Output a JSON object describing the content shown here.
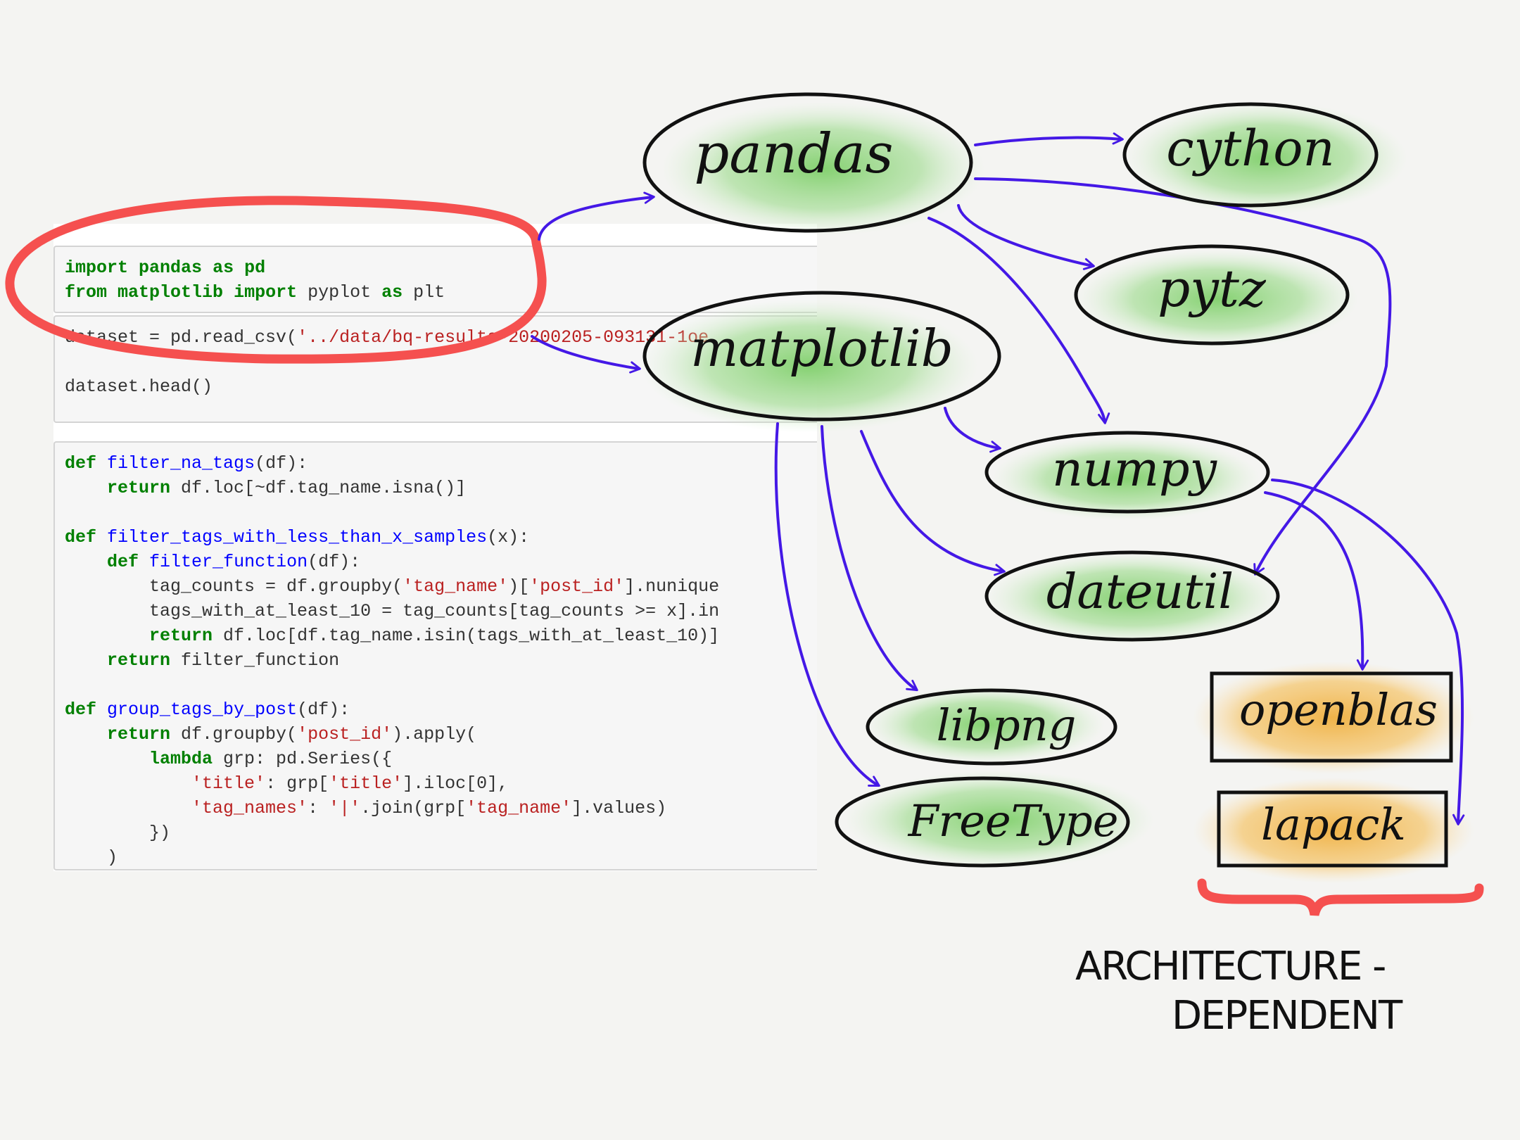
{
  "code_cells": [
    {
      "lines": [
        [
          [
            "kw",
            "import"
          ],
          [
            "",
            ""
          ],
          [
            "kw",
            " pandas"
          ],
          [
            "",
            " "
          ],
          [
            "kw",
            "as"
          ],
          [
            "",
            " "
          ],
          [
            "kw",
            "pd"
          ]
        ],
        [
          [
            "kw",
            "from"
          ],
          [
            "",
            " "
          ],
          [
            "kw",
            "matplotlib"
          ],
          [
            "",
            " "
          ],
          [
            "kw",
            "import"
          ],
          [
            "",
            " pyplot "
          ],
          [
            "kw",
            "as"
          ],
          [
            "",
            " plt"
          ]
        ]
      ]
    },
    {
      "lines": [
        [
          [
            "",
            "dataset = pd.read_csv("
          ],
          [
            "st",
            "'../data/bq-results-20200205-093131-1oe"
          ]
        ],
        [
          [
            "",
            ""
          ]
        ],
        [
          [
            "",
            "dataset.head()"
          ]
        ]
      ]
    },
    {
      "lines": [
        [
          [
            "kw",
            "def"
          ],
          [
            "",
            " "
          ],
          [
            "fn",
            "filter_na_tags"
          ],
          [
            "",
            "(df):"
          ]
        ],
        [
          [
            "",
            "    "
          ],
          [
            "kw",
            "return"
          ],
          [
            "",
            " df.loc[~df.tag_name.isna()]"
          ]
        ],
        [
          [
            "",
            ""
          ]
        ],
        [
          [
            "kw",
            "def"
          ],
          [
            "",
            " "
          ],
          [
            "fn",
            "filter_tags_with_less_than_x_samples"
          ],
          [
            "",
            "(x):"
          ]
        ],
        [
          [
            "",
            "    "
          ],
          [
            "kw",
            "def"
          ],
          [
            "",
            " "
          ],
          [
            "fn",
            "filter_function"
          ],
          [
            "",
            "(df):"
          ]
        ],
        [
          [
            "",
            "        tag_counts = df.groupby("
          ],
          [
            "st",
            "'tag_name'"
          ],
          [
            "",
            ")["
          ],
          [
            "st",
            "'post_id'"
          ],
          [
            "",
            "].nunique"
          ]
        ],
        [
          [
            "",
            "        tags_with_at_least_10 = tag_counts[tag_counts >= x].in"
          ]
        ],
        [
          [
            "",
            "        "
          ],
          [
            "kw",
            "return"
          ],
          [
            "",
            " df.loc[df.tag_name.isin(tags_with_at_least_10)]"
          ]
        ],
        [
          [
            "",
            "    "
          ],
          [
            "kw",
            "return"
          ],
          [
            "",
            " filter_function"
          ]
        ],
        [
          [
            "",
            ""
          ]
        ],
        [
          [
            "kw",
            "def"
          ],
          [
            "",
            " "
          ],
          [
            "fn",
            "group_tags_by_post"
          ],
          [
            "",
            "(df):"
          ]
        ],
        [
          [
            "",
            "    "
          ],
          [
            "kw",
            "return"
          ],
          [
            "",
            " df.groupby("
          ],
          [
            "st",
            "'post_id'"
          ],
          [
            "",
            ").apply("
          ]
        ],
        [
          [
            "",
            "        "
          ],
          [
            "kw",
            "lambda"
          ],
          [
            "",
            " grp: pd.Series({"
          ]
        ],
        [
          [
            "",
            "            "
          ],
          [
            "st",
            "'title'"
          ],
          [
            "",
            ": grp["
          ],
          [
            "st",
            "'title'"
          ],
          [
            "",
            "].iloc[0],"
          ]
        ],
        [
          [
            "",
            "            "
          ],
          [
            "st",
            "'tag_names'"
          ],
          [
            "",
            ": "
          ],
          [
            "st",
            "'|'"
          ],
          [
            "",
            ".join(grp["
          ],
          [
            "st",
            "'tag_name'"
          ],
          [
            "",
            "].values)"
          ]
        ],
        [
          [
            "",
            "        })"
          ]
        ],
        [
          [
            "",
            "    )"
          ]
        ]
      ]
    }
  ],
  "nodes": {
    "pandas": "pandas",
    "cython": "cython",
    "pytz": "pytz",
    "matplotlib": "matplotlib",
    "numpy": "numpy",
    "dateutil": "dateutil",
    "libpng": "libpng",
    "freetype": "FreeType",
    "openblas": "openblas",
    "lapack": "lapack"
  },
  "annotation": {
    "line1": "ARCHITECTURE -",
    "line2": "DEPENDENT"
  },
  "colors": {
    "arrow": "#4418e6",
    "highlight": "#f5504f",
    "python_node": "#8fd27f",
    "native_node": "#f2b64d"
  }
}
